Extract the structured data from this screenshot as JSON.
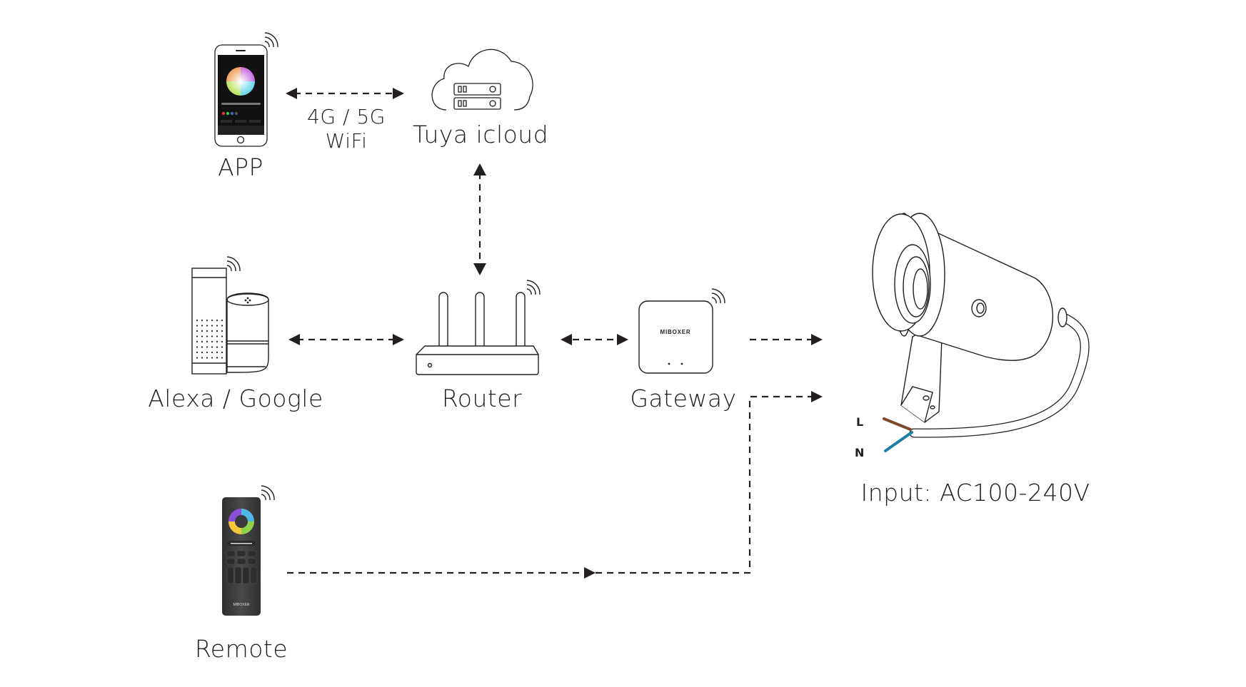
{
  "diagram": {
    "title": "Smart lighting control topology",
    "nodes": {
      "app": {
        "label": "APP",
        "icon": "smartphone-icon"
      },
      "cloud": {
        "label": "Tuya icloud",
        "icon": "cloud-server-icon"
      },
      "voice": {
        "label": "Alexa / Google",
        "icon": "smart-speaker-icon"
      },
      "router": {
        "label": "Router",
        "icon": "router-icon"
      },
      "gateway": {
        "label": "Gateway",
        "icon": "gateway-icon",
        "brand": "MIBOXER"
      },
      "remote": {
        "label": "Remote",
        "icon": "remote-control-icon",
        "brand": "MIBOXER"
      },
      "light": {
        "label": "Input: AC100-240V",
        "icon": "spotlight-icon"
      }
    },
    "link_labels": {
      "app_cloud_line1": "4G / 5G",
      "app_cloud_line2": "WiFi"
    },
    "wires": {
      "live": {
        "label": "L",
        "color": "#7b4a2e"
      },
      "neutral": {
        "label": "N",
        "color": "#1c7fa3"
      }
    },
    "edges": [
      {
        "from": "app",
        "to": "cloud",
        "direction": "bidirectional",
        "style": "dashed"
      },
      {
        "from": "cloud",
        "to": "router",
        "direction": "bidirectional",
        "style": "dashed"
      },
      {
        "from": "voice",
        "to": "router",
        "direction": "bidirectional",
        "style": "dashed"
      },
      {
        "from": "router",
        "to": "gateway",
        "direction": "bidirectional",
        "style": "dashed"
      },
      {
        "from": "gateway",
        "to": "light",
        "direction": "forward",
        "style": "dashed"
      },
      {
        "from": "remote",
        "to": "light",
        "direction": "forward",
        "style": "dashed"
      }
    ],
    "colors": {
      "line": "#231f20",
      "remote_body": "#3a3a3a",
      "phone_screen": "#111111"
    }
  }
}
